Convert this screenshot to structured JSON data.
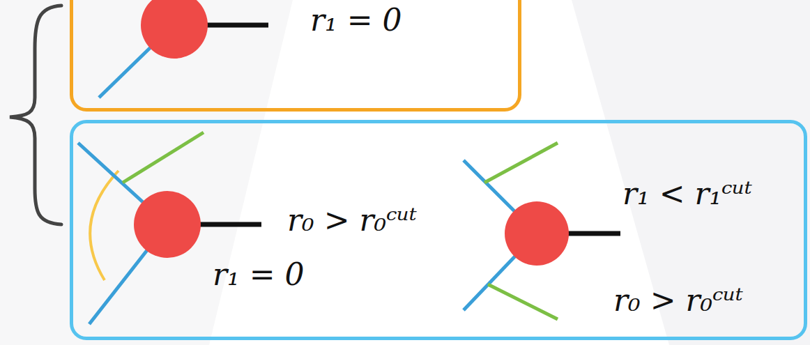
{
  "diagram": {
    "nodes": [
      {
        "text": [
          "r₁ = 0"
        ]
      },
      {
        "text": [
          "r₀ > r₀ᶜᵘᵗ",
          "r₁ = 0",
          "r₁ < r₁ᶜᵘᵗ",
          "r₀ > r₀ᶜᵘᵗ"
        ]
      }
    ]
  }
}
